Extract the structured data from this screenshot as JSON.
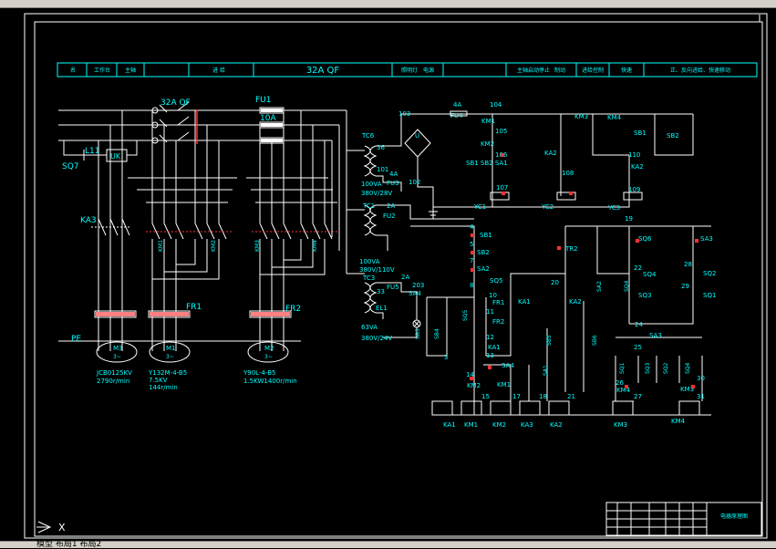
{
  "footer": {
    "text": "模型 布局1 布局2"
  },
  "title_row": [
    "名",
    "工作台",
    "主轴",
    "进  给",
    "32A  QF",
    "照明灯",
    "电源",
    "主轴启动停止",
    "制动",
    "进给控制",
    "快速",
    "正、反向进给、快速移动"
  ],
  "title_block_label": "电器原理图",
  "labels": {
    "qf": "32A  QF",
    "fu1": "FU1",
    "fu1a": "10A",
    "l11": "L11",
    "uk": "UK",
    "sq7": "SQ7",
    "ka3": "KA3",
    "pe": "PE",
    "fr1": "FR1",
    "fr2": "FR2",
    "m3": "M3",
    "m1": "M1",
    "m2": "M2",
    "m3ph": "3~",
    "m3spec1": "JCB0125KV",
    "m3spec2": "2790r/min",
    "m1spec1": "Y132M-4-B5",
    "m1spec2": "7.5KV",
    "m1spec3": "144r/min",
    "m2spec1": "Y90L-4-B5",
    "m2spec2": "1.5KW1400r/min",
    "km1": "KM1",
    "km2": "KM2",
    "km3": "KM3",
    "km4": "KM4",
    "tc6": "TC6",
    "tc1": "TC1",
    "tc3": "TC3",
    "t36": "36",
    "t101": "101",
    "fu3": "4A",
    "fu3n": "FU3",
    "t102": "102",
    "t100va": "100VA",
    "t380_28": "380V/28V",
    "fu2": "FU2",
    "fu2a": "2A",
    "t100va2": "100VA",
    "t380_110": "380V/110V",
    "fu5a": "2A",
    "fu5": "FU5",
    "t203": "203",
    "sa4": "SA4",
    "t33": "33",
    "el1": "EL1",
    "t63va": "63VA",
    "t380_24": "380V/24V",
    "t103": "103",
    "fu4a": "4A",
    "fu4": "FU4",
    "u": "U",
    "t104": "104",
    "t105": "105",
    "t106": "106",
    "t107": "107",
    "t108": "108",
    "t110": "110",
    "t109": "109",
    "km1c": "KM1",
    "km2c": "KM2",
    "sb": "SB1 SB2 SA1",
    "sb1a": "SB1",
    "sb1b": "SB2",
    "ka2": "KA2",
    "ka2b": "KA2",
    "km3c": "KM3",
    "km4c": "KM4",
    "yc1": "YC1",
    "yc2": "YC2",
    "yc3": "YC3",
    "t4": "4",
    "sb1": "SB1",
    "t5": "5",
    "sb2": "SB2",
    "t7": "7",
    "sa2": "SA2",
    "t8": "8",
    "sq5": "SQ5",
    "t10": "10",
    "fr1c": "FR1",
    "t11": "11",
    "fr2c": "FR2",
    "t12": "12",
    "ka1": "KA1",
    "t13": "13",
    "t14": "14",
    "km2b": "KM2",
    "sa4b": "SA4",
    "sa1": "SA1",
    "km1b": "KM1",
    "t15": "15",
    "t17": "17",
    "t18": "18",
    "t21": "21",
    "t3": "3",
    "ka1r": "KA1",
    "km1r": "KM1",
    "km2r": "KM2",
    "ka3r": "KA3",
    "ka2r": "KA2",
    "km3r": "KM3",
    "km4r": "KM4",
    "t19": "19",
    "tr2": "TR2",
    "sq6": "SQ6",
    "sa3": "SA3",
    "t20": "20",
    "ka1b": "KA1",
    "ka2c": "KA2",
    "t22": "22",
    "sq4": "SQ4",
    "sq3": "SQ3",
    "t28": "28",
    "sq2": "SQ2",
    "t29": "29",
    "sq1": "SQ1",
    "t24": "24",
    "sa3b": "SA3",
    "t25": "25",
    "t26": "26",
    "km4b": "KM4",
    "t27": "27",
    "t30": "30",
    "km3b": "KM3",
    "t31": "31",
    "sb3": "SB3",
    "sb4": "SB4",
    "sq5b": "SQ5",
    "sb5": "SB5",
    "sb6": "SB6",
    "sq1v": "SQ1",
    "sq3v": "SQ3",
    "sq2v": "SQ2",
    "sq4v": "SQ4",
    "sa2v": "SA2",
    "sq4b": "SQ4",
    "x": "X"
  },
  "colors": {
    "line": "#ffffff",
    "frame": "#ffffff",
    "cyan": "#00ffff",
    "yellow": "#ffff00",
    "red": "#ff3030",
    "green": "#00ff00"
  }
}
